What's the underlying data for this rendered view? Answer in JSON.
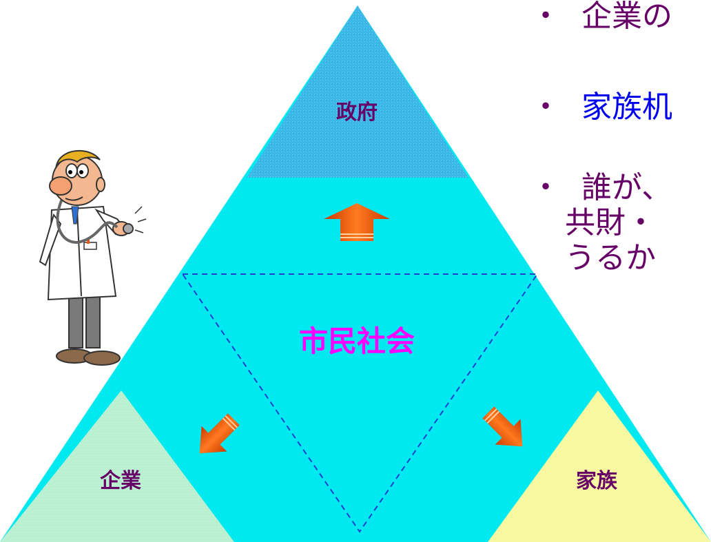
{
  "diagram": {
    "government_label": "政府",
    "civil_society_label": "市民社会",
    "companies_label": "企業",
    "family_label": "家族"
  },
  "bullets": {
    "marker": "・",
    "item1": "企業の",
    "item2": "家族机",
    "item3_line1": "誰が、",
    "item3_line2": "共財・",
    "item3_line3": "うるか"
  },
  "colors": {
    "government": "#3ab8e8",
    "civil_society": "#00e8f0",
    "companies": "#b8f0d0",
    "family": "#f8f8a0",
    "arrow": "#e85810",
    "label_purple": "#660066",
    "label_magenta": "#ff00ff",
    "dashed_line": "#2040d0"
  },
  "icons": {
    "doctor": "doctor-with-stethoscope-icon"
  }
}
